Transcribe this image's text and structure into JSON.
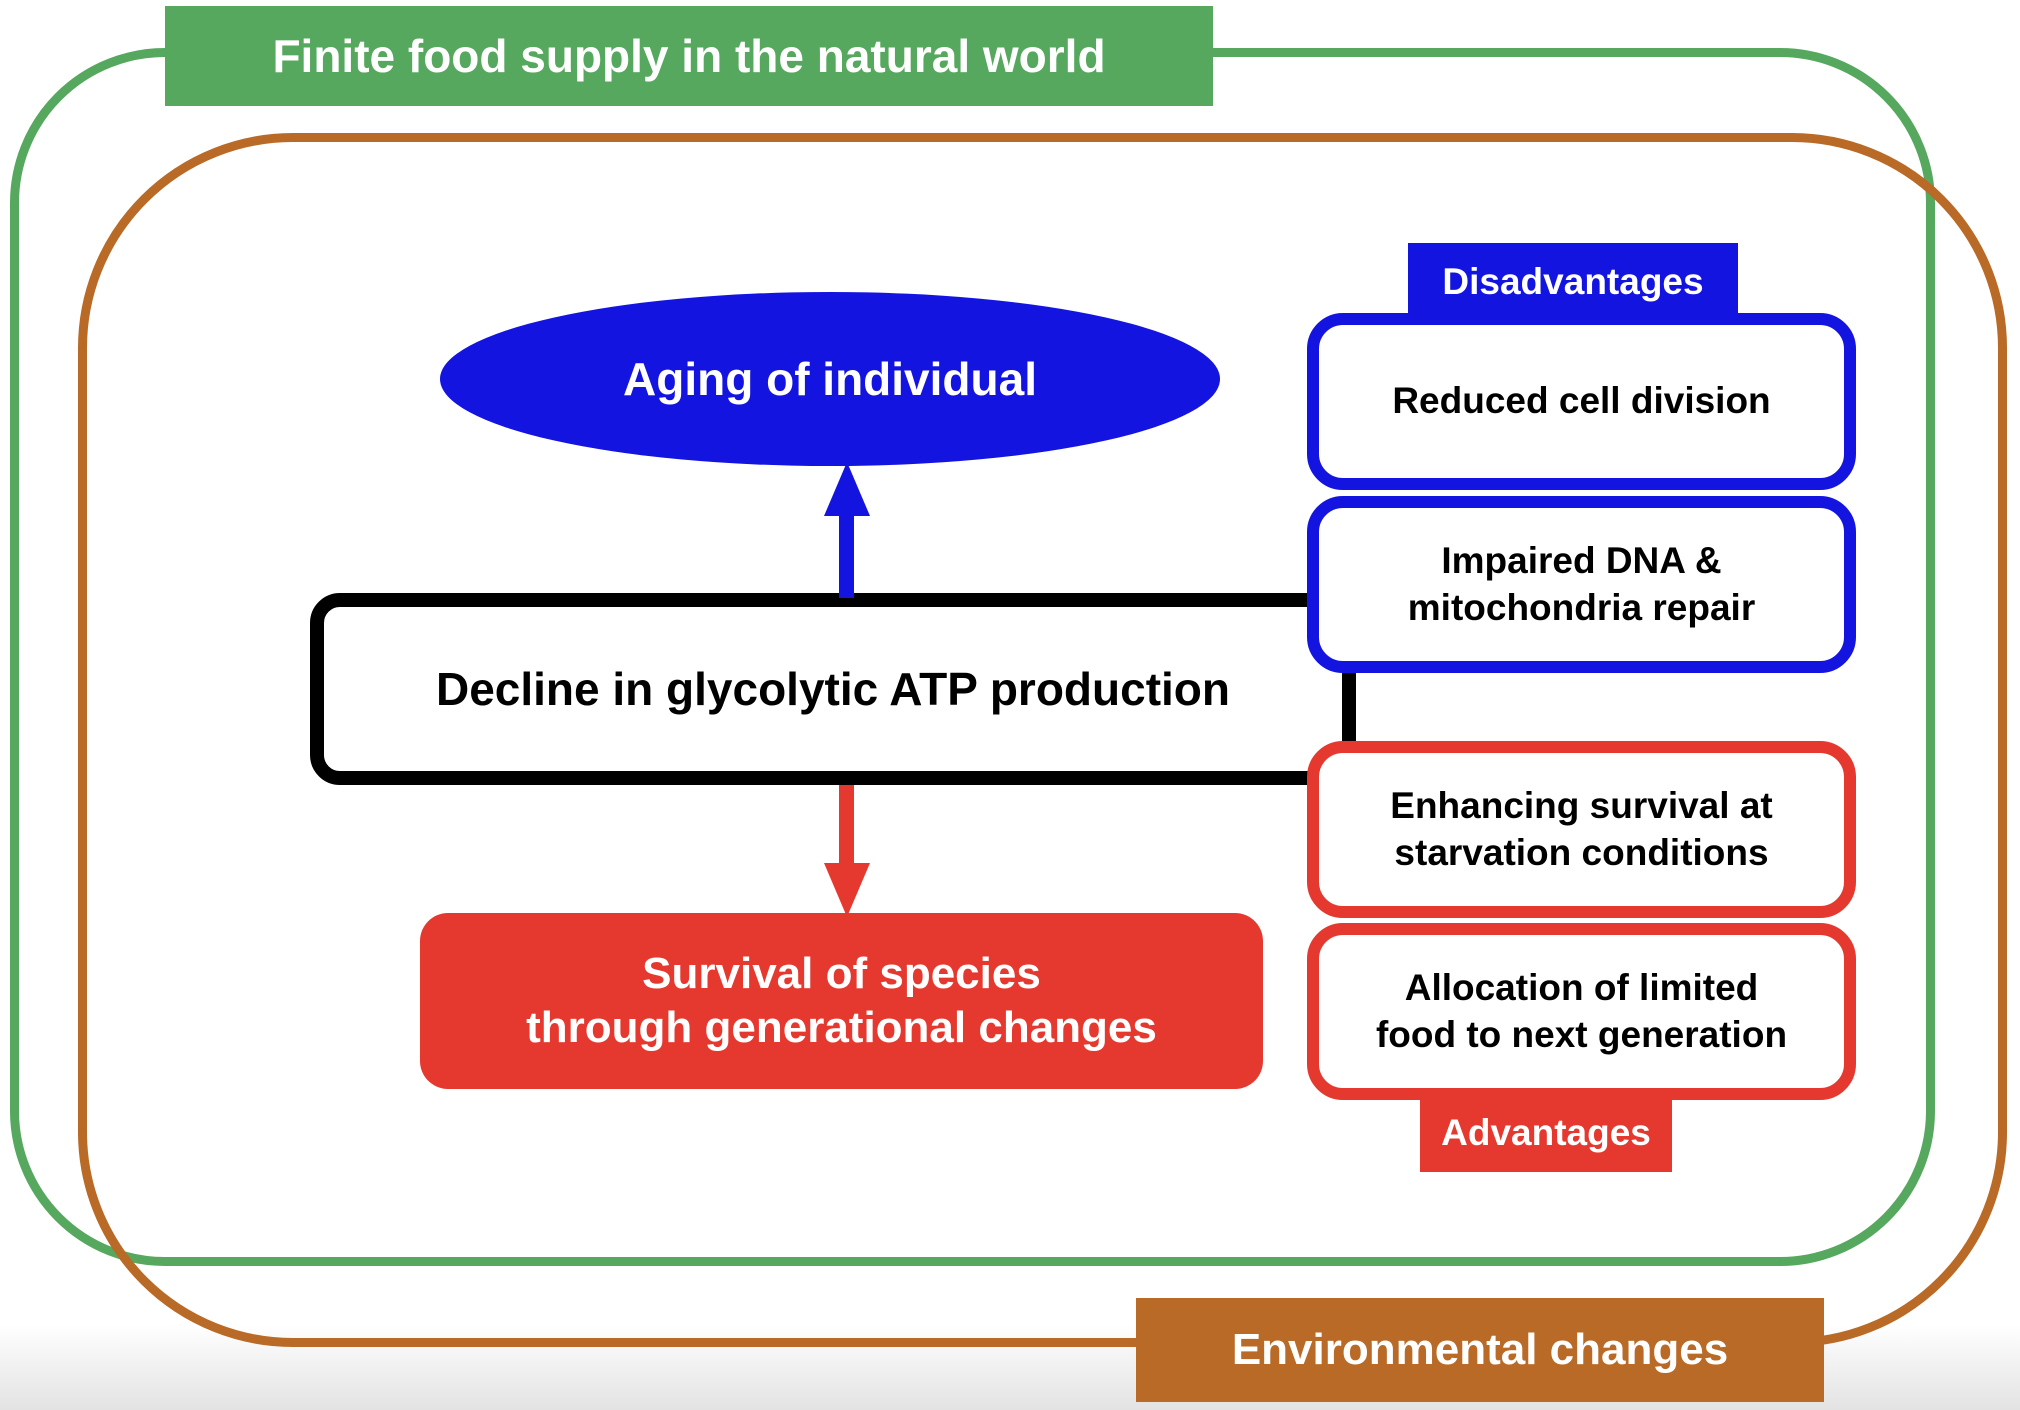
{
  "frames": {
    "outer": {
      "label": "Finite food supply in the natural world"
    },
    "inner": {
      "label": "Environmental changes"
    }
  },
  "flow": {
    "aging": {
      "label": "Aging of individual"
    },
    "decline": {
      "label": "Decline in glycolytic ATP production"
    },
    "survival": {
      "line1": "Survival of species",
      "line2": "through generational changes"
    }
  },
  "disadvantages": {
    "title": "Disadvantages",
    "items": [
      {
        "line1": "Reduced cell division"
      },
      {
        "line1": "Impaired DNA &",
        "line2": "mitochondria repair"
      }
    ]
  },
  "advantages": {
    "title": "Advantages",
    "items": [
      {
        "line1": "Enhancing survival at",
        "line2": "starvation conditions"
      },
      {
        "line1": "Allocation of limited",
        "line2": "food to next generation"
      }
    ]
  },
  "colors": {
    "blue": "#1414e1",
    "red": "#e5392f",
    "green": "#56a85e",
    "brown": "#b86a26",
    "ink": "#000000"
  }
}
